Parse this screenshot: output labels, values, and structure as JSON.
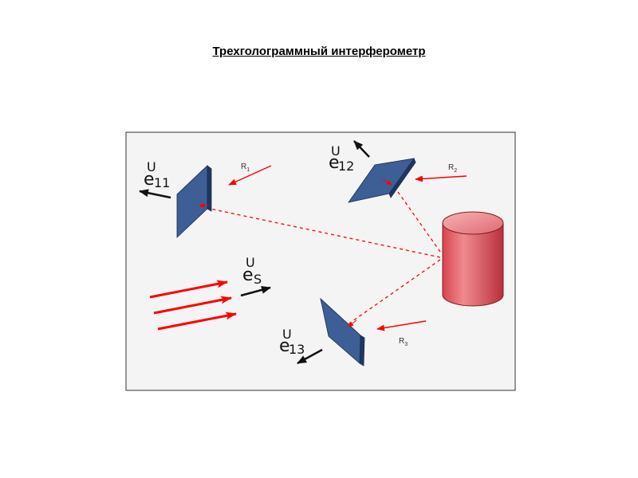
{
  "title": "Трехголограммный интерферометр",
  "colors": {
    "panel_bg": "#f5f4f4",
    "plate_front": "#3d5f96",
    "plate_edge": "#24406e",
    "beam_red": "#ff0000",
    "cylinder_red": "#e1525c",
    "arrow_black": "#111111"
  },
  "labels": {
    "r1": {
      "main": "R",
      "sub": "1"
    },
    "r2": {
      "main": "R",
      "sub": "2"
    },
    "r3": {
      "main": "R",
      "sub": "3"
    },
    "e11": {
      "hat": "U",
      "main": "e",
      "sub": "11"
    },
    "e12": {
      "hat": "U",
      "main": "e",
      "sub": "12"
    },
    "e13": {
      "hat": "U",
      "main": "e",
      "sub": "13"
    },
    "es": {
      "hat": "U",
      "main": "e",
      "sub": "S"
    }
  },
  "icons": {
    "plate1": "hologram-plate-icon",
    "plate2": "hologram-plate-icon",
    "plate3": "hologram-plate-icon",
    "object": "cylinder-object-icon"
  }
}
